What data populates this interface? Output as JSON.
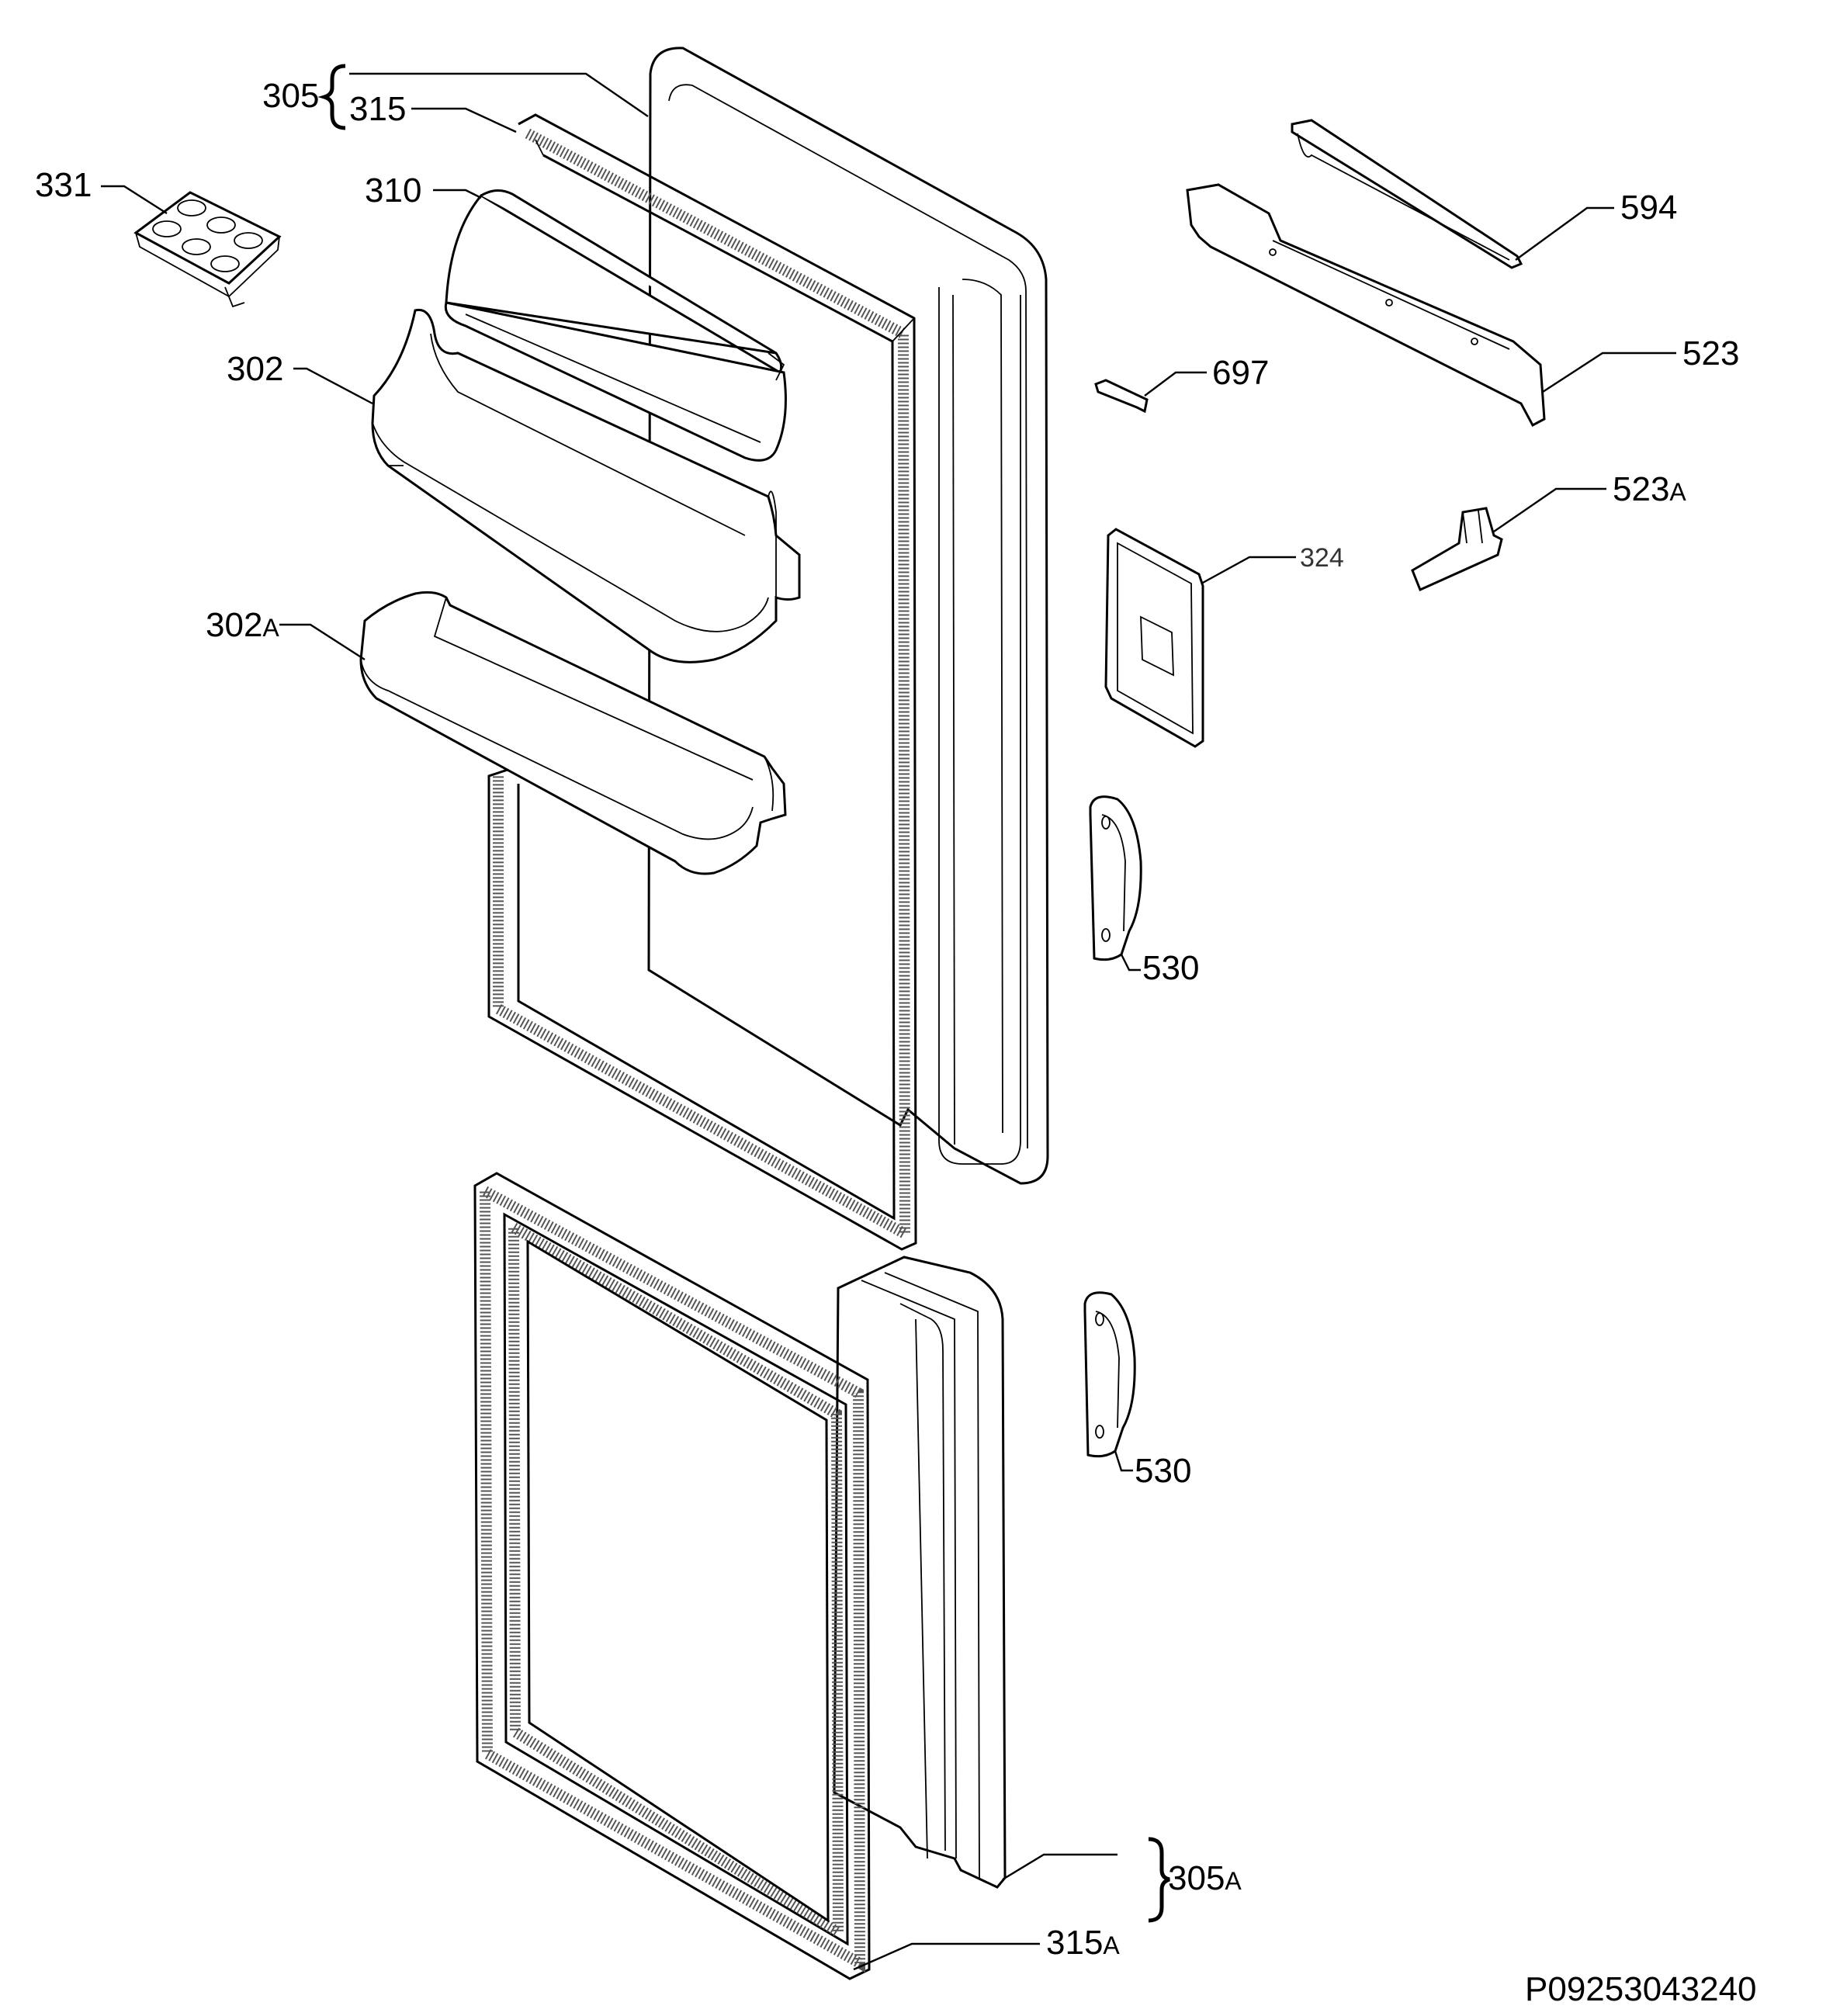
{
  "labels": {
    "l305": "305",
    "l315": "315",
    "l331": "331",
    "l310": "310",
    "l302": "302",
    "l302a_num": "302",
    "l302a_sfx": "A",
    "l594": "594",
    "l523": "523",
    "l697": "697",
    "l523a_num": "523",
    "l523a_sfx": "A",
    "l324": "324",
    "l530_top": "530",
    "l530_bot": "530",
    "l305a_num": "305",
    "l305a_sfx": "A",
    "l315a_num": "315",
    "l315a_sfx": "A"
  },
  "drawing_code": "P09253043240"
}
